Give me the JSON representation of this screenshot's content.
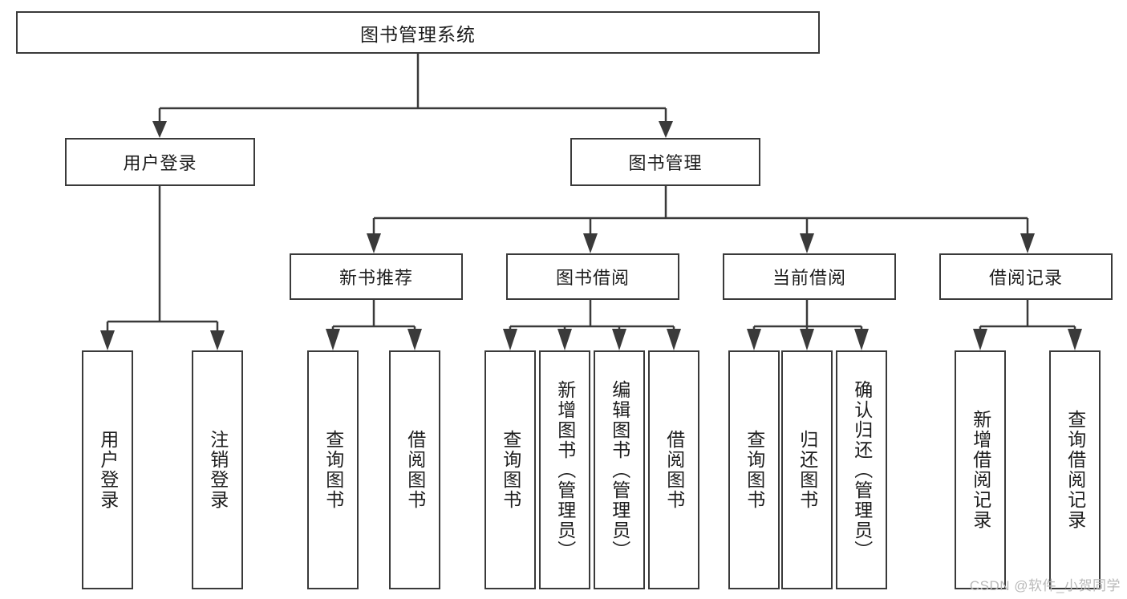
{
  "diagram": {
    "title": "图书管理系统",
    "type": "tree-hierarchy",
    "colors": {
      "stroke": "#3a3a3a",
      "fill": "#ffffff",
      "text": "#1d1d1d",
      "watermark": "#b9b9b9"
    },
    "nodes": {
      "root": {
        "label": "图书管理系统",
        "level": 1
      },
      "l2": [
        {
          "label": "用户登录",
          "level": 2
        },
        {
          "label": "图书管理",
          "level": 2
        }
      ],
      "l3": [
        {
          "label": "新书推荐",
          "level": 3
        },
        {
          "label": "图书借阅",
          "level": 3
        },
        {
          "label": "当前借阅",
          "level": 3
        },
        {
          "label": "借阅记录",
          "level": 3
        }
      ],
      "leaves": [
        {
          "label": "用户登录",
          "parent": "用户登录"
        },
        {
          "label": "注销登录",
          "parent": "用户登录"
        },
        {
          "label": "查询图书",
          "parent": "新书推荐"
        },
        {
          "label": "借阅图书",
          "parent": "新书推荐"
        },
        {
          "label": "查询图书",
          "parent": "图书借阅"
        },
        {
          "label": "新增图书（管理员）",
          "parent": "图书借阅"
        },
        {
          "label": "编辑图书（管理员）",
          "parent": "图书借阅"
        },
        {
          "label": "借阅图书",
          "parent": "图书借阅"
        },
        {
          "label": "查询图书",
          "parent": "当前借阅"
        },
        {
          "label": "归还图书",
          "parent": "当前借阅"
        },
        {
          "label": "确认归还（管理员）",
          "parent": "当前借阅"
        },
        {
          "label": "新增借阅记录",
          "parent": "借阅记录"
        },
        {
          "label": "查询借阅记录",
          "parent": "借阅记录"
        }
      ]
    }
  },
  "watermark": {
    "text": "CSDN @软件_小贺同学"
  }
}
